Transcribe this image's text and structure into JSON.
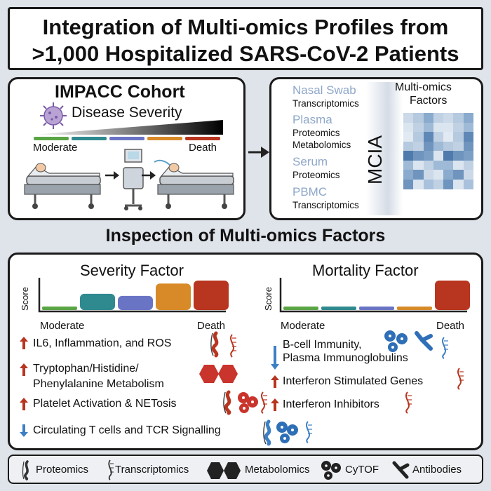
{
  "title": {
    "line1": "Integration of Multi-omics Profiles from",
    "line2": ">1,000 Hospitalized SARS-CoV-2 Patients"
  },
  "cohort": {
    "title": "IMPACC Cohort",
    "severity_label": "Disease Severity",
    "moderate": "Moderate",
    "death": "Death",
    "severity_colors": [
      "#5aa545",
      "#2f8a8f",
      "#6a74c4",
      "#d88a28",
      "#b8351f"
    ]
  },
  "omics": {
    "items": [
      {
        "name": "Nasal Swab",
        "subs": [
          "Transcriptomics"
        ]
      },
      {
        "name": "Plasma",
        "subs": [
          "Proteomics",
          "Metabolomics"
        ]
      },
      {
        "name": "Serum",
        "subs": [
          "Proteomics"
        ]
      },
      {
        "name": "PBMC",
        "subs": [
          "Transcriptomics"
        ]
      }
    ],
    "method": "MCIA",
    "factors_title_1": "Multi-omics",
    "factors_title_2": "Factors"
  },
  "inspection_title": "Inspection of Multi-omics Factors",
  "severity_factor": {
    "title": "Severity Factor",
    "ylabel": "Score",
    "moderate": "Moderate",
    "death": "Death",
    "bar_levels": [
      0.12,
      0.55,
      0.48,
      0.9,
      1.0
    ],
    "findings": [
      {
        "dir": "up",
        "text": "IL6, Inflammation, and ROS"
      },
      {
        "dir": "up",
        "text1": "Tryptophan/Histidine/",
        "text2": "Phenylalanine Metabolism"
      },
      {
        "dir": "up",
        "text": "Platelet Activation & NETosis"
      },
      {
        "dir": "down",
        "text": "Circulating T cells and TCR Signalling"
      }
    ]
  },
  "mortality_factor": {
    "title": "Mortality Factor",
    "ylabel": "Score",
    "moderate": "Moderate",
    "death": "Death",
    "bar_levels": [
      0.12,
      0.12,
      0.12,
      0.12,
      1.0
    ],
    "findings": [
      {
        "dir": "down",
        "text1": "B-cell Immunity,",
        "text2": "Plasma Immunoglobulins"
      },
      {
        "dir": "up",
        "text": "Interferon Stimulated Genes"
      },
      {
        "dir": "up",
        "text": "Interferon Inhibitors"
      }
    ]
  },
  "legend": {
    "proteomics": "Proteomics",
    "transcriptomics": "Transcriptomics",
    "metabolomics": "Metabolomics",
    "cytof": "CyTOF",
    "antibodies": "Antibodies"
  }
}
